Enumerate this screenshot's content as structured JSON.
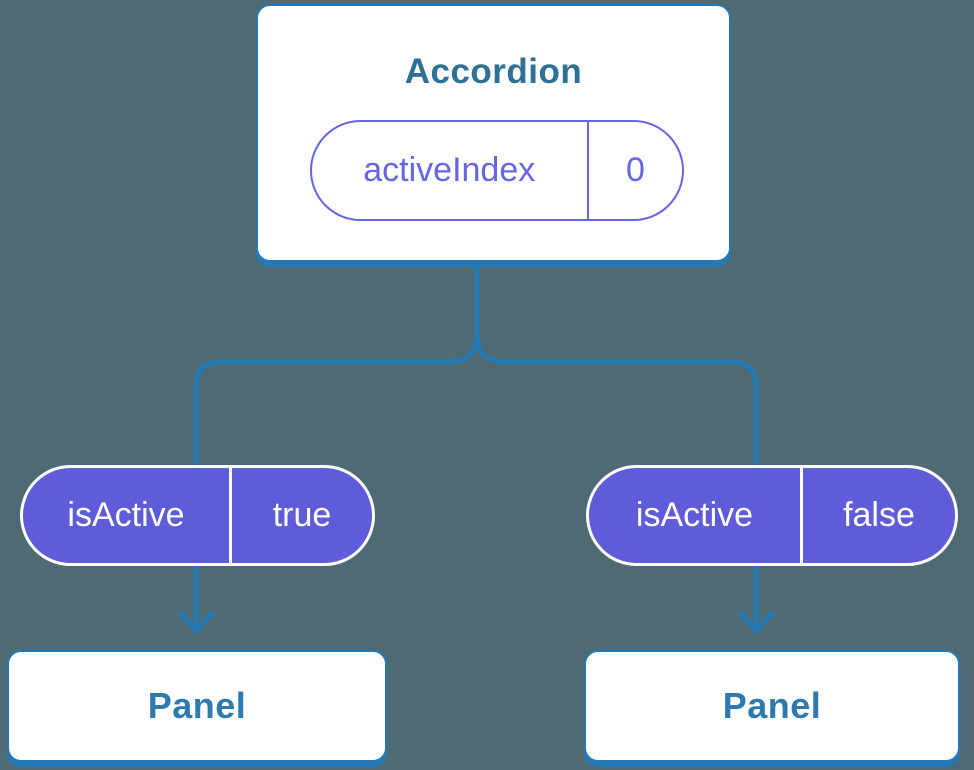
{
  "colors": {
    "bg": "#4E6A72",
    "line_blue": "#2478B4",
    "title_teal": "#2F7095",
    "panel_text": "#2E79AD",
    "purple_fill": "#5E5CD8",
    "purple_stroke": "#6765E3"
  },
  "tree": {
    "root": {
      "title": "Accordion",
      "state": {
        "name": "activeIndex",
        "value": "0"
      }
    },
    "props": [
      {
        "name": "isActive",
        "value": "true"
      },
      {
        "name": "isActive",
        "value": "false"
      }
    ],
    "children": [
      {
        "title": "Panel"
      },
      {
        "title": "Panel"
      }
    ]
  }
}
